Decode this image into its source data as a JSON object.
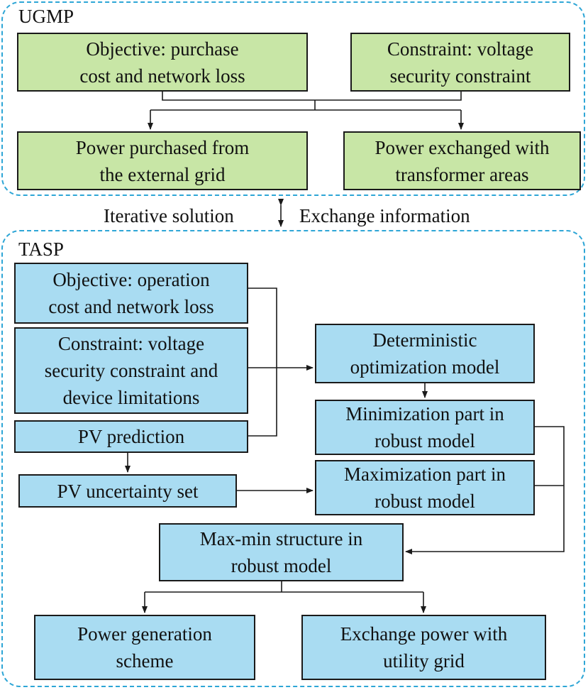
{
  "ugmp": {
    "title": "UGMP",
    "objective": [
      "Objective: purchase",
      "cost and network loss"
    ],
    "constraint": [
      "Constraint: voltage",
      "security constraint"
    ],
    "power_purchased": [
      "Power purchased from",
      "the external grid"
    ],
    "power_exchanged": [
      "Power exchanged with",
      "transformer areas"
    ]
  },
  "link": {
    "left_label": "Iterative solution",
    "right_label": "Exchange information"
  },
  "tasp": {
    "title": "TASP",
    "objective": [
      "Objective: operation",
      "cost and network loss"
    ],
    "constraint": [
      "Constraint: voltage",
      "security constraint and",
      "device limitations"
    ],
    "pv_prediction": [
      "PV prediction"
    ],
    "pv_uncertainty": [
      "PV uncertainty set"
    ],
    "deterministic": [
      "Deterministic",
      "optimization model"
    ],
    "minimization": [
      "Minimization part in",
      "robust model"
    ],
    "maximization": [
      "Maximization part in",
      "robust model"
    ],
    "maxmin": [
      "Max-min structure in",
      "robust model"
    ],
    "power_generation": [
      "Power generation",
      "scheme"
    ],
    "exchange_power": [
      "Exchange power with",
      "utility grid"
    ]
  },
  "colors": {
    "region_border": "#2ea6d6",
    "green_box": "#c8e6a6",
    "blue_box": "#a9dcf2",
    "line": "#1a1a1a"
  }
}
